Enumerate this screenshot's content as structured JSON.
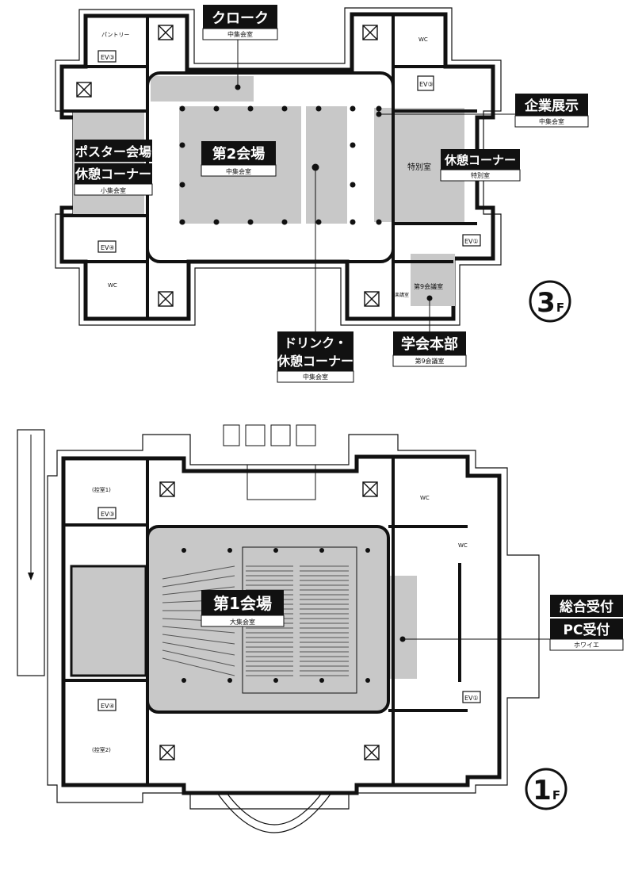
{
  "floor3": {
    "badge": "3",
    "badge_suffix": "F",
    "labels": {
      "cloak": {
        "title": "クローク",
        "sub": "中集会室"
      },
      "hall2": {
        "title": "第2会場",
        "sub": "中集会室"
      },
      "poster": {
        "title1": "ポスター会場",
        "title2": "休憩コーナー",
        "sub": "小集会室"
      },
      "exhibit": {
        "title": "企業展示",
        "sub": "中集会室"
      },
      "rest": {
        "title": "休憩コーナー",
        "sub": "特別室"
      },
      "drink": {
        "title1": "ドリンク・",
        "title2": "休憩コーナー",
        "sub": "中集会室"
      },
      "hq": {
        "title": "学会本部",
        "sub": "第9会議室"
      }
    },
    "rooms": {
      "pantry": "パントリー",
      "wc_ne": "WC",
      "wc_sw": "WC",
      "special": "特別室",
      "room9": "第9会議室",
      "speaker": "楽講室",
      "ev1": "EV①",
      "ev3": "EV③",
      "ev3b": "EV③",
      "ev4": "EV④"
    }
  },
  "floor1": {
    "badge": "1",
    "badge_suffix": "F",
    "labels": {
      "hall1": {
        "title": "第1会場",
        "sub": "大集会室"
      },
      "reception": {
        "title1": "総合受付",
        "title2": "PC受付",
        "sub": "ホワイエ"
      }
    },
    "rooms": {
      "wait1": "(控室1)",
      "wait2": "(控室2)",
      "wc_ne": "WC",
      "wc_e": "WC",
      "ev1": "EV①",
      "ev3": "EV③",
      "ev4": "EV④"
    }
  },
  "colors": {
    "wall": "#111111",
    "highlight": "#c8c8c8",
    "label_bg": "#111111"
  }
}
